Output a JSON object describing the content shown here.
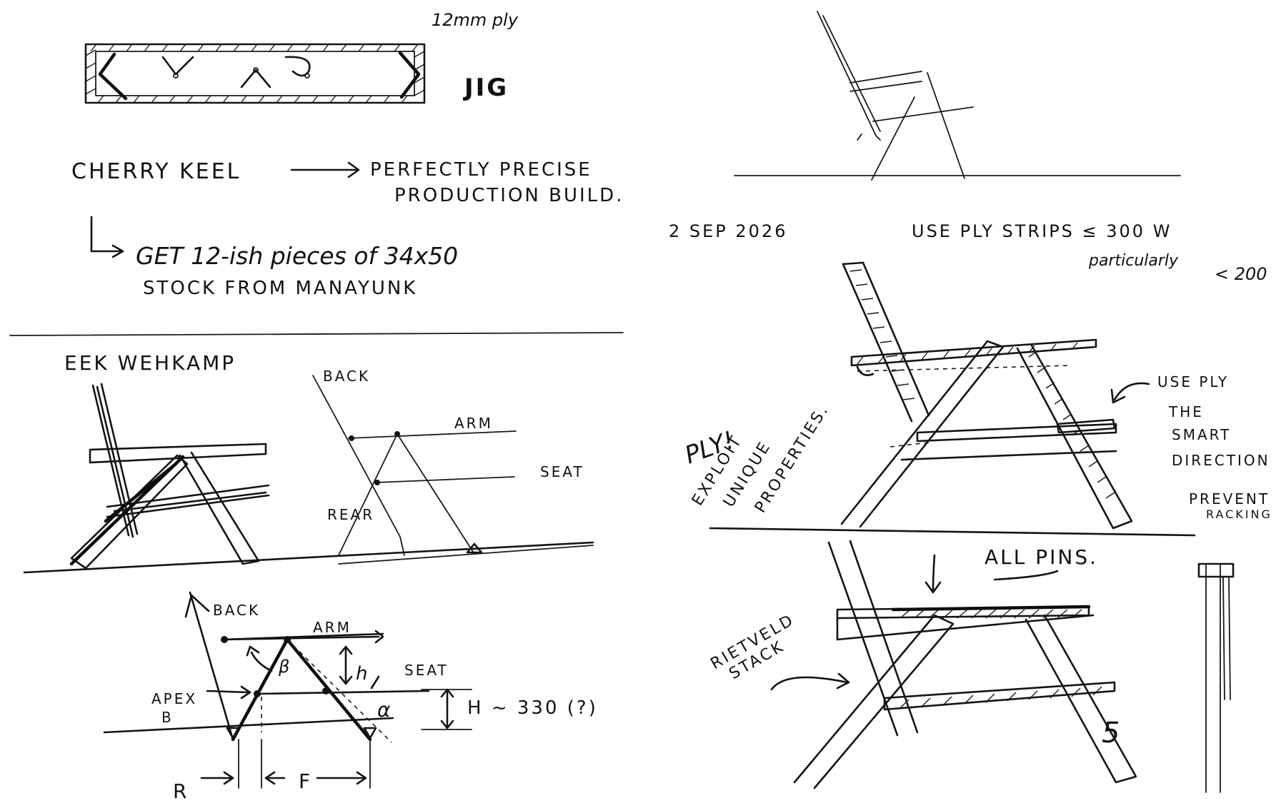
{
  "sketch": {
    "jig": {
      "material": "12mm ply",
      "label": "JIG"
    },
    "keel": {
      "title": "CHERRY KEEL",
      "goal_1": "PERFECTLY PRECISE",
      "goal_2": "PRODUCTION BUILD.",
      "todo_1": "GET 12-ish pieces of 34x50",
      "todo_2": "STOCK FROM MANAYUNK"
    },
    "reference": {
      "title": "EEK WEHKAMP"
    },
    "geometry": {
      "back": "BACK",
      "arm": "ARM",
      "seat": "SEAT",
      "rear": "REAR",
      "apex": "APEX",
      "apex_letter": "B",
      "h": "h",
      "beta": "β",
      "alpha": "α",
      "height_note": "H ~ 330 (?)",
      "r": "R",
      "f": "F"
    },
    "date": "2 SEP 2026",
    "ply_note_1": "USE PLY STRIPS ≤ 300 W",
    "ply_note_2": "particularly",
    "ply_note_3": "< 200",
    "ply_exclaim": "PLY!",
    "exploit_1": "EXPLOIT",
    "exploit_2": "UNIQUE",
    "exploit_3": "PROPERTIES.",
    "smart_1": "USE PLY",
    "smart_2": "THE",
    "smart_3": "SMART",
    "smart_4": "DIRECTION",
    "racking_1": "PREVENT",
    "racking_2": "RACKING",
    "pins": "ALL PINS.",
    "stack_1": "RIETVELD",
    "stack_2": "STACK",
    "page_number": "5"
  }
}
